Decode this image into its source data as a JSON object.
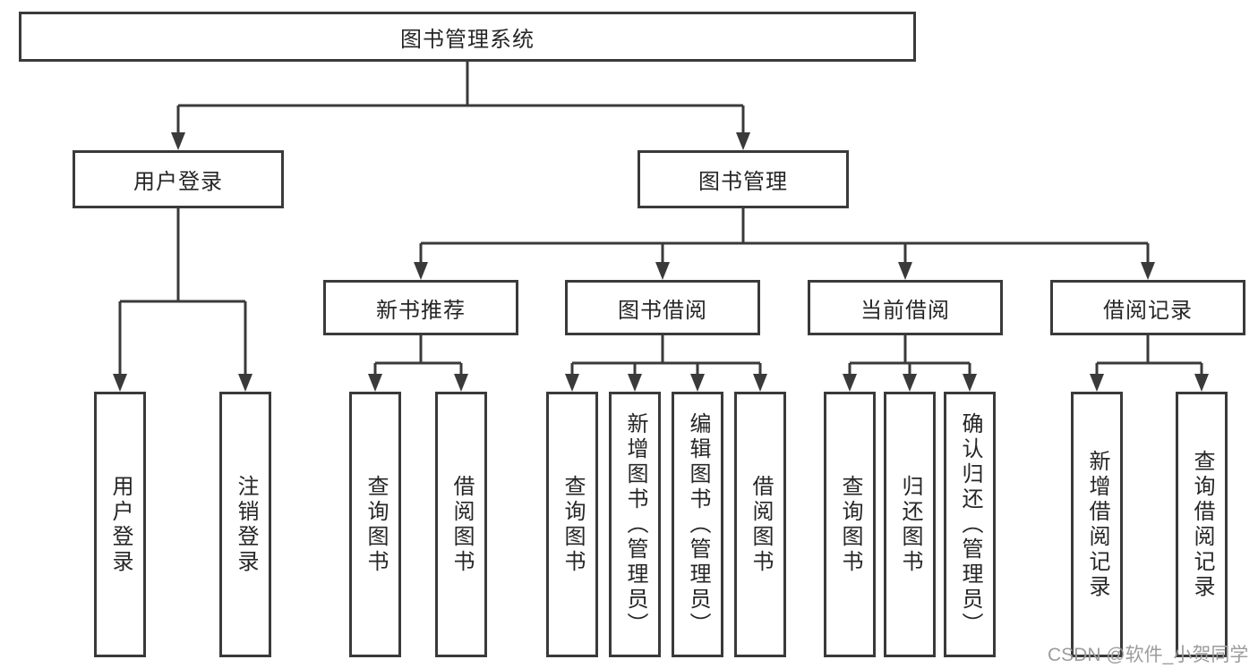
{
  "diagram_title": "图书管理系统",
  "tree": {
    "root": {
      "label": "图书管理系统",
      "children": [
        {
          "label": "用户登录",
          "children": [
            {
              "label": "用户登录"
            },
            {
              "label": "注销登录"
            }
          ]
        },
        {
          "label": "图书管理",
          "children": [
            {
              "label": "新书推荐",
              "children": [
                {
                  "label": "查询图书"
                },
                {
                  "label": "借阅图书"
                }
              ]
            },
            {
              "label": "图书借阅",
              "children": [
                {
                  "label": "查询图书"
                },
                {
                  "label": "新增图书（管理员）"
                },
                {
                  "label": "编辑图书（管理员）"
                },
                {
                  "label": "借阅图书"
                }
              ]
            },
            {
              "label": "当前借阅",
              "children": [
                {
                  "label": "查询图书"
                },
                {
                  "label": "归还图书"
                },
                {
                  "label": "确认归还（管理员）"
                }
              ]
            },
            {
              "label": "借阅记录",
              "children": [
                {
                  "label": "新增借阅记录"
                },
                {
                  "label": "查询借阅记录"
                }
              ]
            }
          ]
        }
      ]
    }
  },
  "watermark": {
    "text": "CSDN @软件_小贺同学",
    "color": "#9c9c9c"
  },
  "colors": {
    "line": "#3a3a3a",
    "box_border": "#3a3a3a",
    "box_fill": "#ffffff",
    "text": "#262626",
    "background": "#ffffff"
  }
}
